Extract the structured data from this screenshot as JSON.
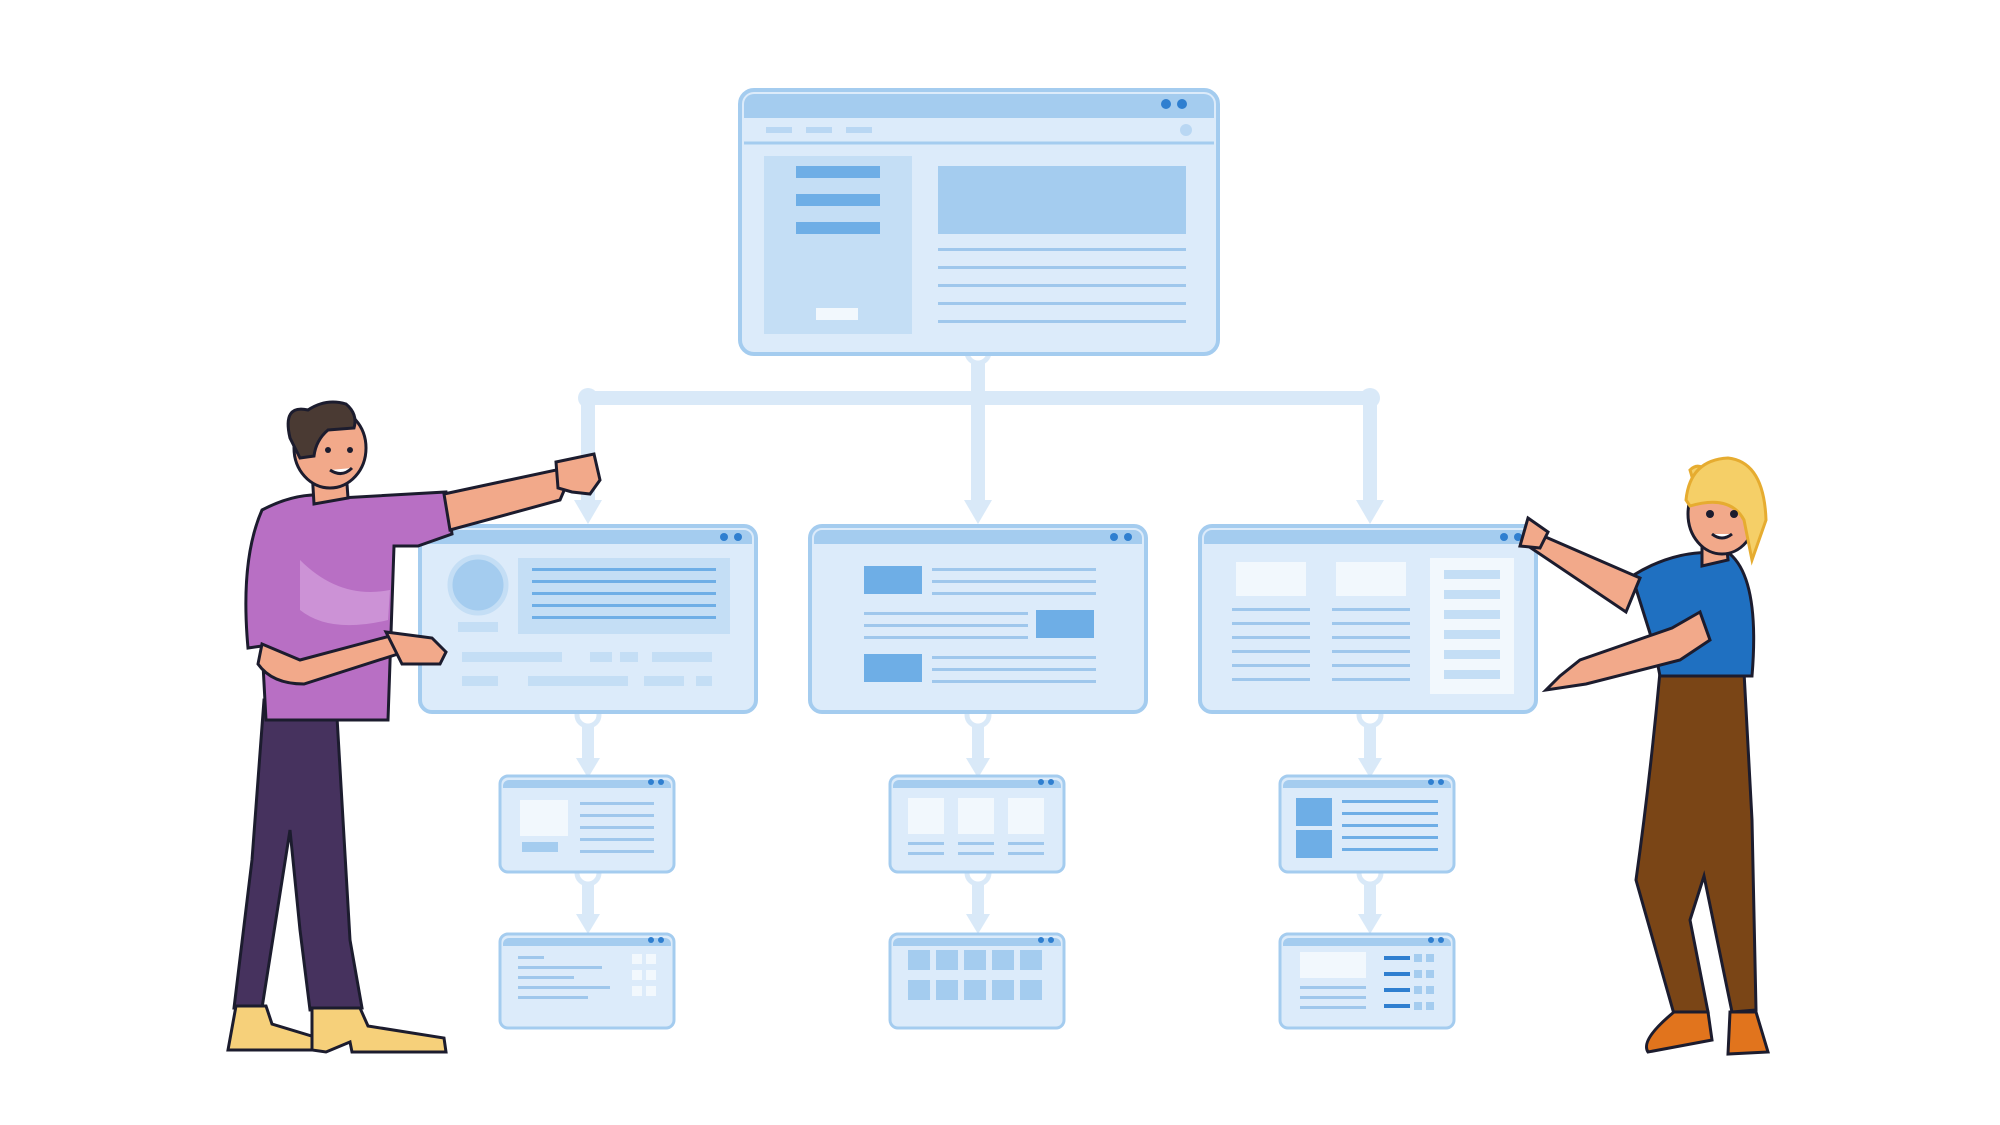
{
  "diagram": {
    "kind": "sitemap-flowchart",
    "levels": 3,
    "root": {
      "name": "root-page"
    },
    "branches": [
      {
        "name": "branch-left",
        "children": [
          "left-child-1",
          "left-child-2"
        ]
      },
      {
        "name": "branch-middle",
        "children": [
          "middle-child-1",
          "middle-child-2"
        ]
      },
      {
        "name": "branch-right",
        "children": [
          "right-child-1",
          "right-child-2"
        ]
      }
    ]
  },
  "people": [
    {
      "name": "man",
      "shirt": "#b86fc4",
      "pants": "#46325e",
      "shoes": "#f6d07a",
      "skin": "#f2a98a",
      "hair": "#4a3a33"
    },
    {
      "name": "woman",
      "shirt": "#1f70c1",
      "pants": "#7a4516",
      "shoes": "#e1741d",
      "skin": "#f2a98a",
      "hair": "#f5cf67"
    }
  ],
  "colors": {
    "window_body": "#dcebfa",
    "window_border": "#a4ccef",
    "window_header": "#a4ccef",
    "accent": "#6eaee6",
    "line": "#d9e9f8",
    "dot": "#2f7fd0",
    "background": "#ffffff"
  }
}
